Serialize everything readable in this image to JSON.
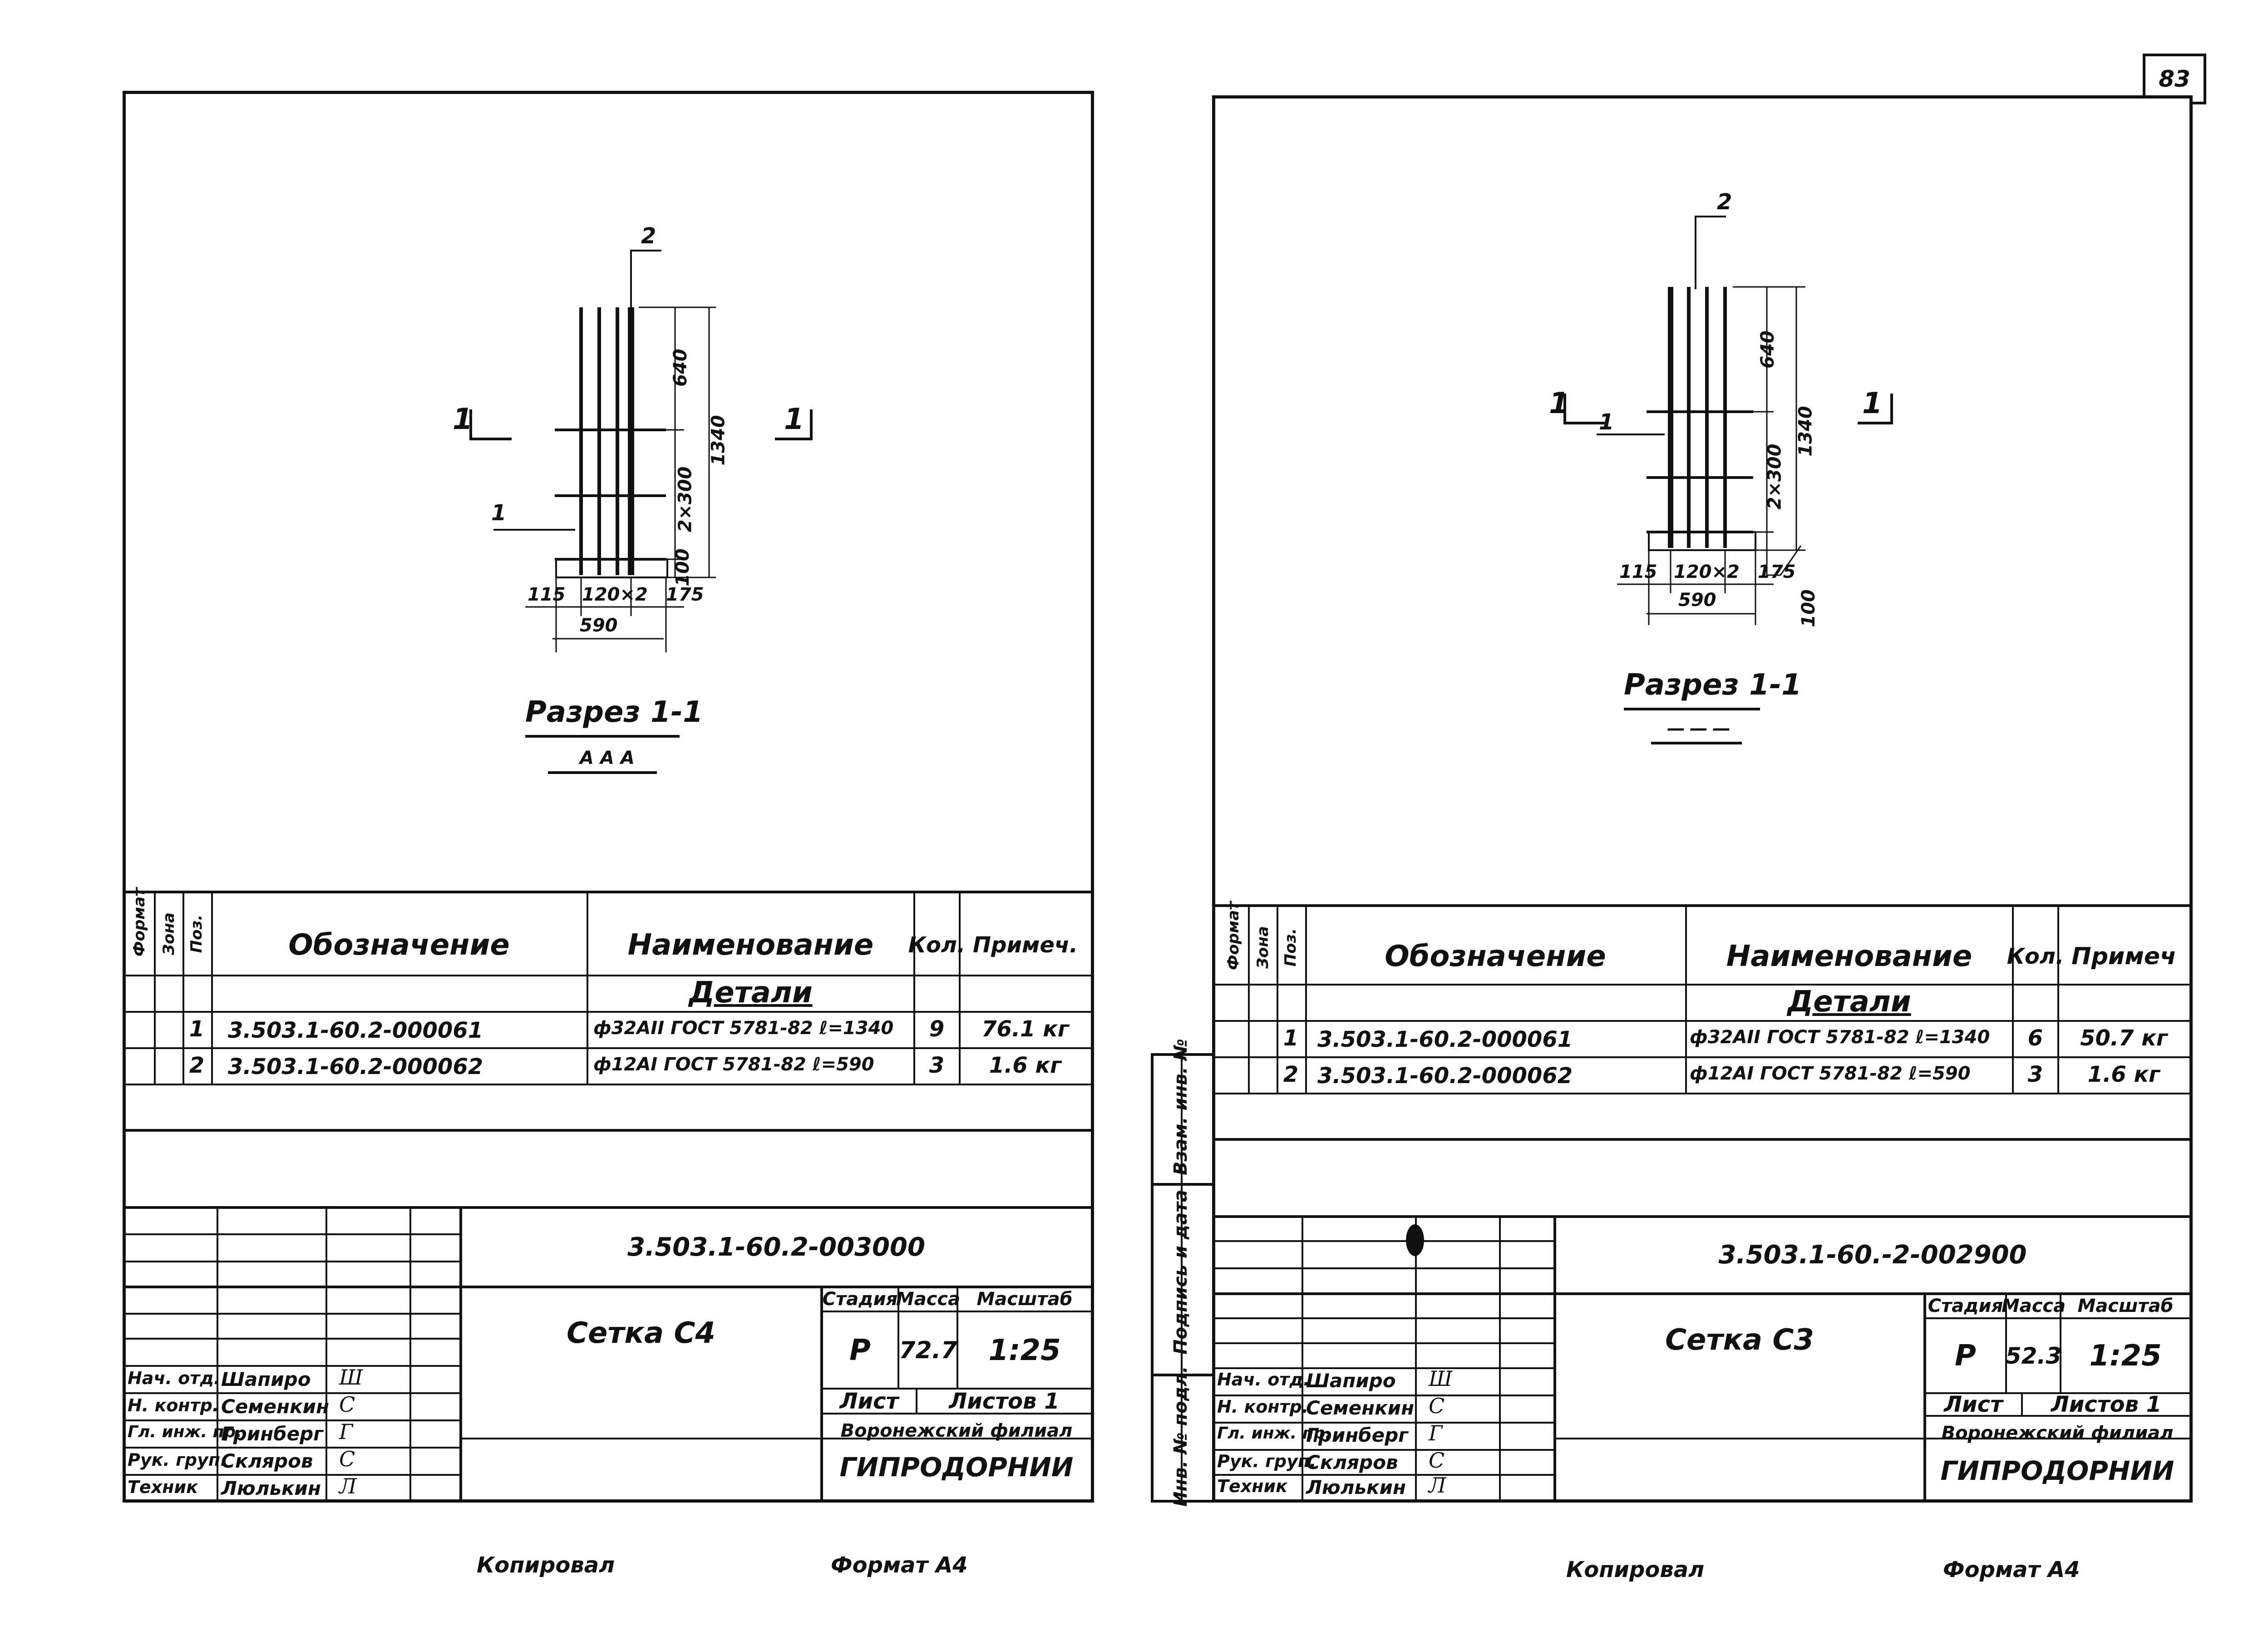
{
  "page_number": "83",
  "left_sheet": {
    "section": {
      "title": "Разрез 1-1",
      "scale_mark": "ААА",
      "marker_1": "1",
      "marker_2": "2",
      "cut_left": "1",
      "cut_right": "1",
      "dims": {
        "d640": "640",
        "d2x300": "2×300",
        "d100": "100",
        "d1340": "1340",
        "d115": "115",
        "d120x2": "120×2",
        "d175": "175",
        "d590": "590"
      }
    },
    "spec": {
      "headers": {
        "format": "Формат",
        "zone": "Зона",
        "pos": "Поз.",
        "designation": "Обозначение",
        "name": "Наименование",
        "qty": "Кол.",
        "note": "Примеч."
      },
      "group": "Детали",
      "rows": [
        {
          "pos": "1",
          "designation": "3.503.1-60.2-000061",
          "name": "ф32АII ГОСТ 5781-82 ℓ=1340",
          "qty": "9",
          "note": "76.1 кг"
        },
        {
          "pos": "2",
          "designation": "3.503.1-60.2-000062",
          "name": "ф12АI ГОСТ 5781-82 ℓ=590",
          "qty": "3",
          "note": "1.6 кг"
        }
      ]
    },
    "title_block": {
      "doc_code": "3.503.1-60.2-003000",
      "product": "Сетка С4",
      "stage_label": "Стадия",
      "mass_label": "Масса",
      "scale_label": "Масштаб",
      "stage": "Р",
      "mass": "72.7",
      "scale": "1:25",
      "sheet_label": "Лист",
      "sheets_label": "Листов 1",
      "org_line1": "Воронежский филиал",
      "org_line2": "ГИПРОДОРНИИ",
      "roles": [
        {
          "role": "Нач. отд.",
          "name": "Шапиро",
          "sign": "Ш"
        },
        {
          "role": "Н. контр.",
          "name": "Семенкин",
          "sign": "С"
        },
        {
          "role": "Гл. инж. пр.",
          "name": "Гринберг",
          "sign": "Г"
        },
        {
          "role": "Рук. груп.",
          "name": "Скляров",
          "sign": "С"
        },
        {
          "role": "Техник",
          "name": "Люлькин",
          "sign": "Л"
        }
      ]
    },
    "footer": {
      "copied": "Копировал",
      "format": "Формат А4"
    }
  },
  "right_sheet": {
    "side_stamps": [
      "Инв. № подл.",
      "Подпись и дата",
      "Взам. инв. №"
    ],
    "section": {
      "title": "Разрез 1-1",
      "scale_mark": "———",
      "marker_1": "1",
      "marker_2": "2",
      "cut_left": "1",
      "cut_right": "1",
      "dims": {
        "d640": "640",
        "d2x300": "2×300",
        "d100": "100",
        "d1340": "1340",
        "d115": "115",
        "d120x2": "120×2",
        "d175": "175",
        "d590": "590"
      }
    },
    "spec": {
      "headers": {
        "format": "Формат",
        "zone": "Зона",
        "pos": "Поз.",
        "designation": "Обозначение",
        "name": "Наименование",
        "qty": "Кол.",
        "note": "Примеч"
      },
      "group": "Детали",
      "rows": [
        {
          "pos": "1",
          "designation": "3.503.1-60.2-000061",
          "name": "ф32АII ГОСТ 5781-82 ℓ=1340",
          "qty": "6",
          "note": "50.7 кг"
        },
        {
          "pos": "2",
          "designation": "3.503.1-60.2-000062",
          "name": "ф12АI ГОСТ 5781-82 ℓ=590",
          "qty": "3",
          "note": "1.6 кг"
        }
      ]
    },
    "title_block": {
      "doc_code": "3.503.1-60.-2-002900",
      "product": "Сетка С3",
      "stage_label": "Стадия",
      "mass_label": "Масса",
      "scale_label": "Масштаб",
      "stage": "Р",
      "mass": "52.3",
      "scale": "1:25",
      "sheet_label": "Лист",
      "sheets_label": "Листов 1",
      "org_line1": "Воронежский филиал",
      "org_line2": "ГИПРОДОРНИИ",
      "roles": [
        {
          "role": "Нач. отд.",
          "name": "Шапиро",
          "sign": "Ш"
        },
        {
          "role": "Н. контр.",
          "name": "Семенкин",
          "sign": "С"
        },
        {
          "role": "Гл. инж. пр.",
          "name": "Гринберг",
          "sign": "Г"
        },
        {
          "role": "Рук. груп.",
          "name": "Скляров",
          "sign": "С"
        },
        {
          "role": "Техник",
          "name": "Люлькин",
          "sign": "Л"
        }
      ]
    },
    "footer": {
      "copied": "Копировал",
      "format": "Формат А4"
    }
  }
}
